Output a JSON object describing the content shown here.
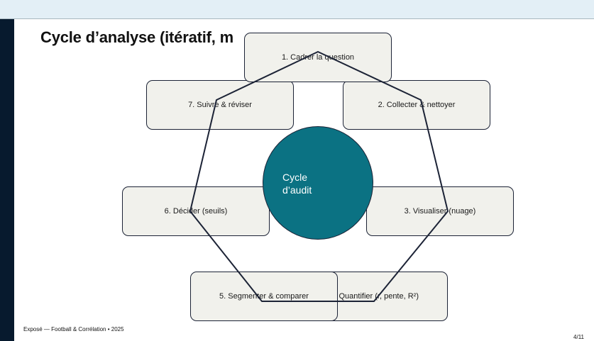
{
  "slide": {
    "title": "Cycle d’analyse (itératif, m",
    "footer": "Exposé — Football & Corrélation • 2025",
    "page": "4/11"
  },
  "diagram": {
    "center_label": "Cycle\nd’audit",
    "steps": [
      "1. Cadrer la question",
      "2. Collecter & nettoyer",
      "3. Visualiser (nuage)",
      "Quantifier (r, pente, R²)",
      "5. Segmenter & comparer",
      "6. Décider (seuils)",
      "7. Suivre & réviser"
    ]
  },
  "colors": {
    "box_fill": "#f1f1ec",
    "outline": "#1c2336",
    "center_fill": "#0b7283",
    "left_bar": "#071a2e",
    "top_band": "#e3eff6"
  }
}
